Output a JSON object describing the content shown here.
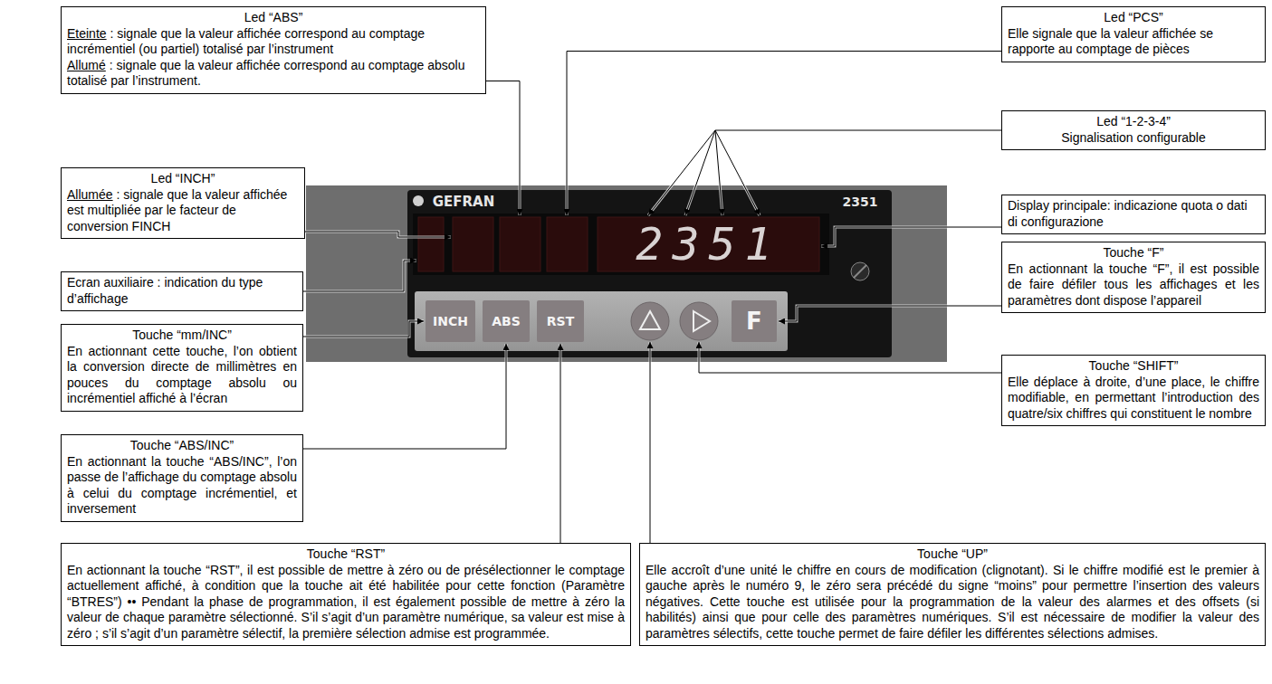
{
  "diagram": {
    "nodes": [
      {
        "text": [
          "Led “ABS”",
          "Eteinte : signale que la valeur affichée correspond au comptage incrémentiel (ou partiel) totalisé par l’instrument",
          "Allumé : signale que la valeur affichée correspond au comptage absolu totalisé par l’instrument."
        ]
      },
      {
        "text": [
          "Led “INCH”",
          "Allumée : signale que la valeur affichée est multipliée par le facteur de conversion FINCH"
        ]
      },
      {
        "text": [
          "Ecran auxiliaire : indication du type d’affichage"
        ]
      },
      {
        "text": [
          "Touche “mm/INC”",
          "En actionnant cette touche, l’on obtient la conversion directe de millimètres en pouces du comptage absolu ou incrémentiel affiché à l’écran"
        ]
      },
      {
        "text": [
          "Touche “ABS/INC”",
          "En actionnant la touche “ABS/INC”, l’on passe de l’affichage du comptage absolu à celui du comptage incrémentiel, et inversement"
        ]
      },
      {
        "text": [
          "Touche “RST”",
          "En actionnant la touche “RST”, il est possible de mettre à zéro ou de présélectionner le comptage actuellement affiché, à condition que la touche ait été habilitée pour cette fonction (Paramètre “BTRES”) •• Pendant la phase de programmation, il est également possible de mettre à zéro la valeur de chaque paramètre sélectionné. S’il s’agit d’un paramètre numérique, sa valeur est mise à zéro ; s’il s’agit d’un paramètre sélectif, la première sélection admise est programmée."
        ]
      },
      {
        "text": [
          "Led “PCS”",
          "Elle signale que la valeur affichée se rapporte au comptage de pièces"
        ]
      },
      {
        "text": [
          "Led “1-2-3-4”",
          "Signalisation configurable"
        ]
      },
      {
        "text": [
          "Display principale: indicazione quota o dati di configurazione"
        ]
      },
      {
        "text": [
          "Touche “F”",
          "En actionnant la touche “F”, il est possible de faire défiler tous les affichages et les paramètres dont dispose l’appareil"
        ]
      },
      {
        "text": [
          "Touche “SHIFT”",
          "Elle déplace à droite, d’une place, le chiffre modifiable, en permettant l’introduction des quatre/six chiffres qui constituent le nombre"
        ]
      },
      {
        "text": [
          "Touche “UP”",
          "Elle accroît d’une unité le chiffre en cours de modification (clignotant). Si le chiffre modifié est le premier à gauche après le numéro 9, le zéro sera précédé du signe “moins” pour permettre l’insertion des valeurs négatives. Cette touche est utilisée pour la programmation de la valeur des alarmes et des offsets (si habilités) ainsi que pour celle des paramètres numériques. S’il est nécessaire de modifier la valeur des paramètres sélectifs, cette touche permet de faire défiler les différentes sélections admises."
        ]
      }
    ],
    "labels": [
      "GEFRAN",
      "2351",
      "2351",
      "INCH",
      "ABS",
      "RST",
      "F"
    ]
  }
}
